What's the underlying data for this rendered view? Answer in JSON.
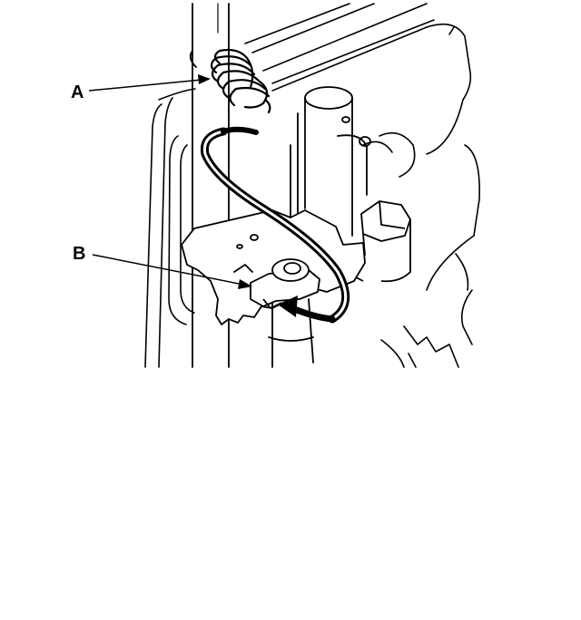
{
  "diagram": {
    "callouts": [
      {
        "id": "A",
        "label": "A",
        "target": "coil-spring"
      },
      {
        "id": "B",
        "label": "B",
        "target": "spring-hook-tab"
      }
    ],
    "colors": {
      "ink": "#000000",
      "paper": "#ffffff"
    },
    "icons": {
      "arrow": "curved-install-arrow"
    }
  }
}
